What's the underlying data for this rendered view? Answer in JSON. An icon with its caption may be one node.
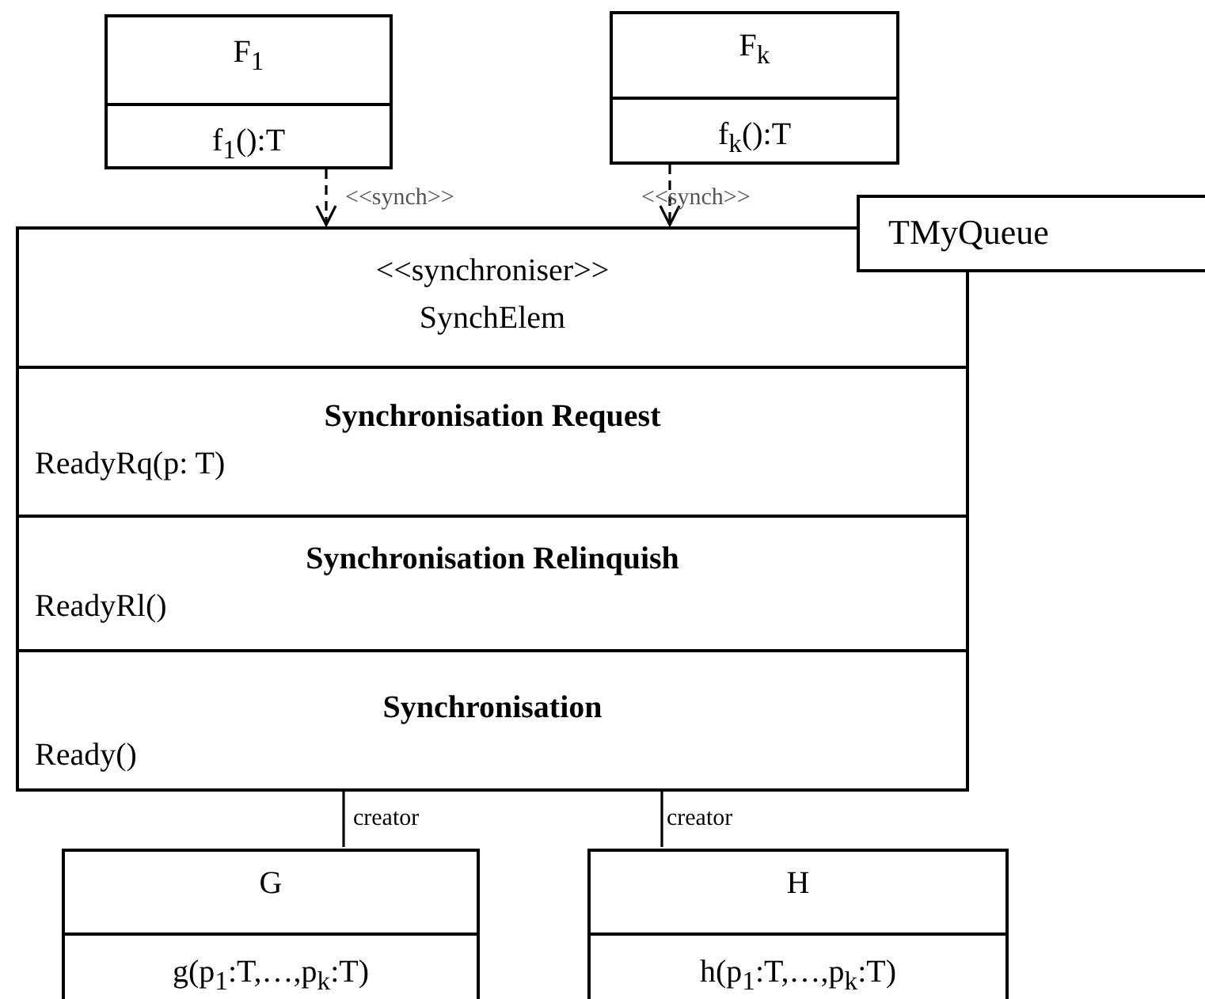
{
  "diagram": {
    "nodes": [
      {
        "text": [
          "F$_{1}$",
          "f$_{1}$():T"
        ]
      },
      {
        "text": [
          "F$_{k}$",
          "f$_{k}$():T"
        ]
      },
      {
        "text": [
          "<<synchroniser>>",
          "SynchElem",
          "Synchronisation Request",
          "ReadyRq(p: T)",
          "Synchronisation Relinquish",
          "ReadyRl()",
          "Synchronisation",
          "Ready()"
        ]
      },
      {
        "text": [
          "TMyQueue"
        ]
      },
      {
        "text": [
          "G",
          "g(p$_{1}$:T,…,p$_{k}$:T)"
        ]
      },
      {
        "text": [
          "H",
          "h(p$_{1}$:T,…,p$_{k}$:T)"
        ]
      }
    ],
    "edges": [
      {
        "from": 0,
        "to": 2,
        "arrow": "to",
        "style": "dashed",
        "label": "<<synch>>"
      },
      {
        "from": 1,
        "to": 2,
        "arrow": "to",
        "style": "dashed",
        "label": "<<synch>>"
      },
      {
        "from": 2,
        "to": 4,
        "arrow": "none",
        "label": "creator"
      },
      {
        "from": 2,
        "to": 5,
        "arrow": "none",
        "label": "creator"
      }
    ]
  }
}
